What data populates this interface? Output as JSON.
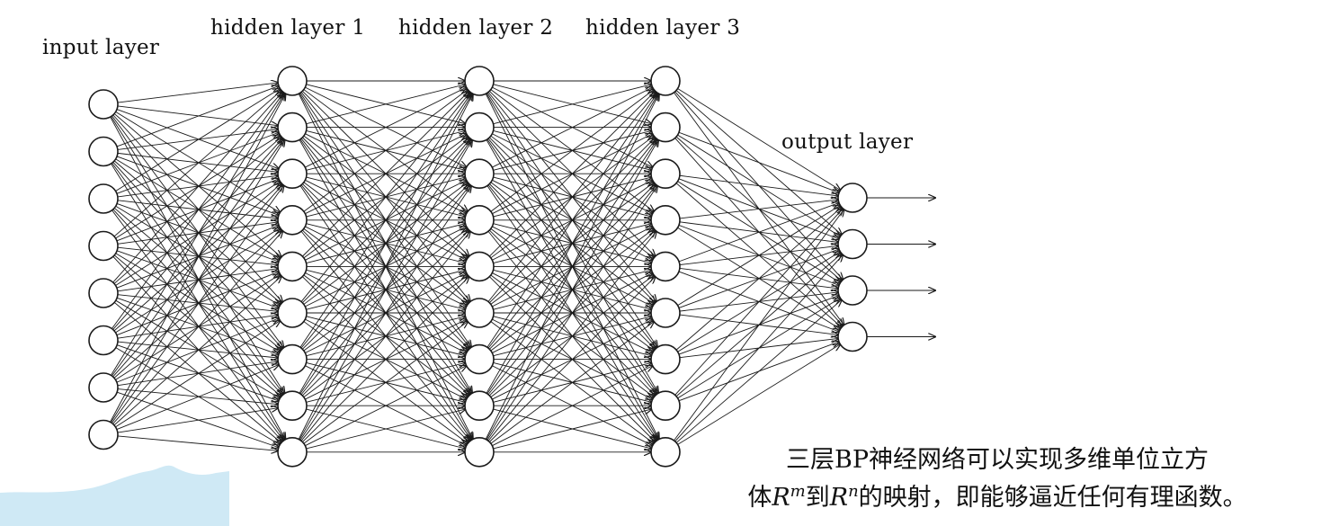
{
  "labels": {
    "input": "input layer",
    "hidden1": "hidden layer 1",
    "hidden2": "hidden layer 2",
    "hidden3": "hidden layer 3",
    "output": "output layer"
  },
  "network": {
    "layer_sizes": [
      8,
      9,
      9,
      9,
      4
    ],
    "output_arrows": 4
  },
  "caption": {
    "line1": "三层BP神经网络可以实现多维单位立方",
    "line2_a": "体",
    "r1": "R",
    "sup1": "m",
    "line2_b": "到",
    "r2": "R",
    "sup2": "n",
    "line2_c": "的映射，即能够逼近任何有理函数。"
  },
  "colors": {
    "stroke": "#1a1a1a",
    "node_fill": "#ffffff",
    "wave": "#cfe9f5"
  }
}
